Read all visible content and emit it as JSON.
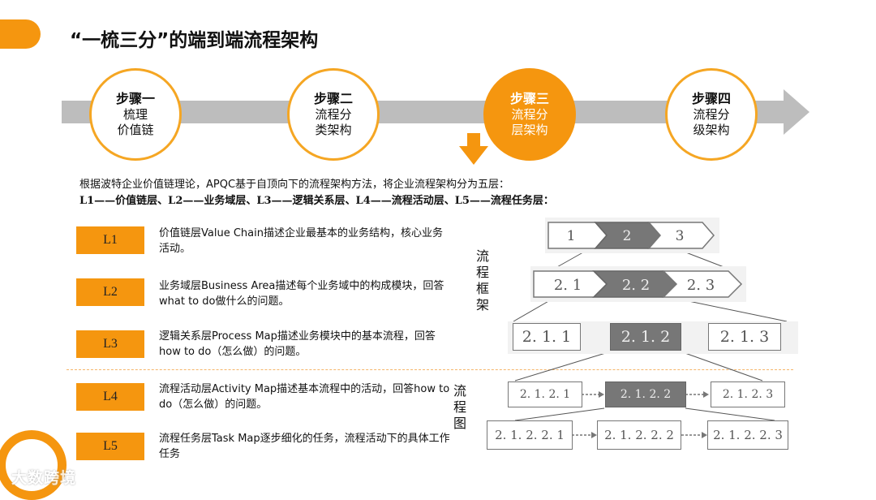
{
  "title": "“一梳三分”的端到端流程架构",
  "steps": [
    {
      "title": "步骤一",
      "desc1": "梳理",
      "desc2": "价值链"
    },
    {
      "title": "步骤二",
      "desc1": "流程分",
      "desc2": "类架构"
    },
    {
      "title": "步骤三",
      "desc1": "流程分",
      "desc2": "层架构"
    },
    {
      "title": "步骤四",
      "desc1": "流程分",
      "desc2": "级架构"
    }
  ],
  "intro": {
    "line1": "根据波特企业价值链理论，APQC基于自顶向下的流程架构方法，将企业流程架构分为五层：",
    "line2": "L1——价值链层、L2——业务域层、L3——逻辑关系层、L4——流程活动层、L5——流程任务层："
  },
  "levels": [
    {
      "label": "L1",
      "desc": "价值链层Value Chain描述企业最基本的业务结构，核心业务活动。"
    },
    {
      "label": "L2",
      "desc": "业务域层Business Area描述每个业务域中的构成模块，回答what to do做什么的问题。"
    },
    {
      "label": "L3",
      "desc": "逻辑关系层Process Map描述业务模块中的基本流程，回答how to do（怎么做）的问题。"
    },
    {
      "label": "L4",
      "desc": "流程活动层Activity Map描述基本流程中的活动，回答how to do（怎么做）的问题。"
    },
    {
      "label": "L5",
      "desc": "流程任务层Task Map逐步细化的任务，流程活动下的具体工作任务"
    }
  ],
  "vertical_labels": {
    "framework": "流程框架",
    "diagram": "流程图"
  },
  "diagram": {
    "row1": [
      "1",
      "2",
      "3"
    ],
    "row2": [
      "2. 1",
      "2. 2",
      "2. 3"
    ],
    "row3": [
      "2. 1. 1",
      "2. 1. 2",
      "2. 1. 3"
    ],
    "row4": [
      "2. 1. 2. 1",
      "2. 1. 2. 2",
      "2. 1. 2. 3"
    ],
    "row5": [
      "2. 1. 2. 2. 1",
      "2. 1. 2. 2. 2",
      "2. 1. 2. 2. 3"
    ]
  },
  "watermark": "大数跨境",
  "colors": {
    "accent": "#F5960F",
    "gray": "#BDBDBD",
    "dark_box": "#777777"
  }
}
